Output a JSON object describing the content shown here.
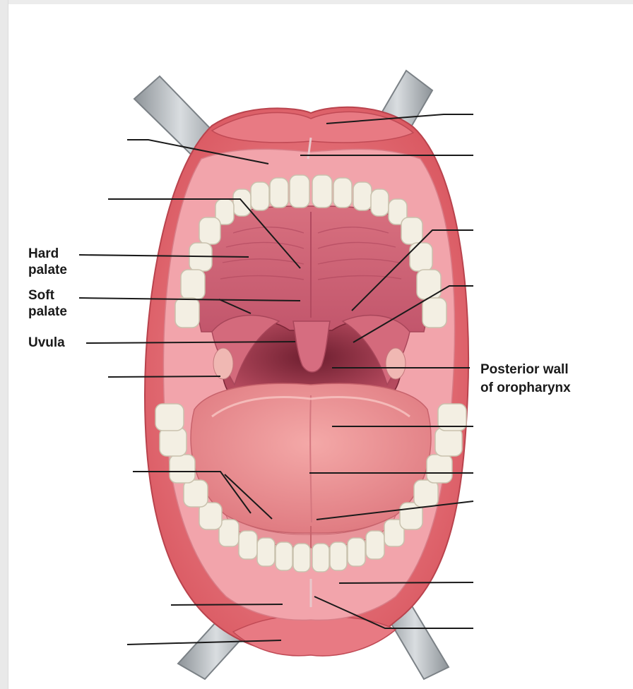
{
  "labels": {
    "hard_palate_line1": "Hard",
    "hard_palate_line2": "palate",
    "soft_palate_line1": "Soft",
    "soft_palate_line2": "palate",
    "uvula": "Uvula",
    "posterior_wall_line1": "Posterior wall",
    "posterior_wall_line2": "of oropharynx"
  },
  "colors": {
    "lip": "#e46f78",
    "gum": "#f2a4ab",
    "palate": "#c75a6e",
    "throat": "#8e2a3e",
    "tongue": "#ec8f92",
    "tooth": "#f3efe3",
    "retractor": "#b7bcc0",
    "leader_line": "#1a1a1a"
  }
}
